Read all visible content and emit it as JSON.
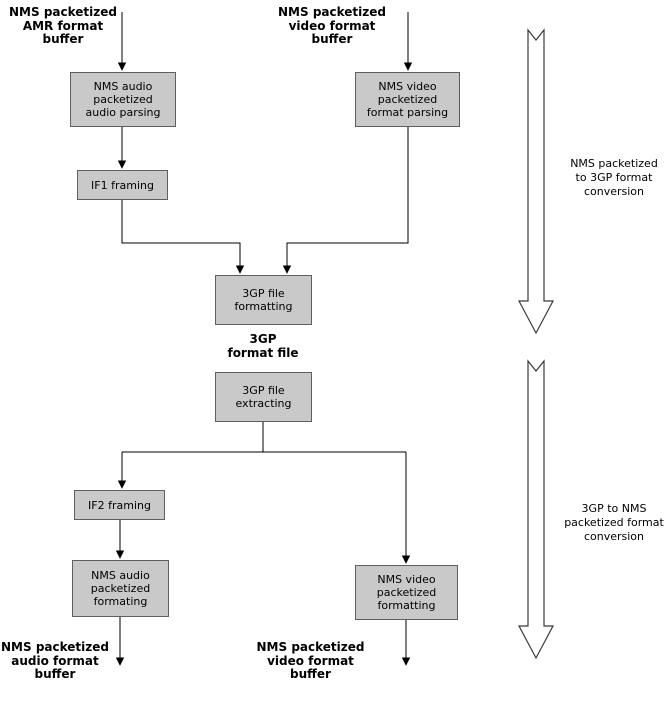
{
  "nodes": {
    "audio_parsing": "NMS audio\npacketized\naudio parsing",
    "video_parsing": "NMS video\npacketized\nformat parsing",
    "if1": "IF1 framing",
    "gp3_formatting": "3GP file\nformatting",
    "gp3_extracting": "3GP file\nextracting",
    "if2": "IF2 framing",
    "audio_formating": "NMS audio\npacketized\nformating",
    "video_formatting": "NMS video\npacketized\nformatting"
  },
  "labels": {
    "amr_buffer_top": "NMS packetized\nAMR format\nbuffer",
    "video_buffer_top": "NMS packetized\nvideo format\nbuffer",
    "gp3_format_file": "3GP\nformat file",
    "audio_buffer_bottom": "NMS packetized\naudio format\nbuffer",
    "video_buffer_bottom": "NMS packetized\nvideo format\nbuffer"
  },
  "annotations": {
    "top_conversion": "NMS packetized\nto 3GP format\nconversion",
    "bottom_conversion": "3GP to NMS\npacketized format\nconversion"
  },
  "colors": {
    "box_fill": "#c9c9c9",
    "box_border": "#5f5f5f",
    "line": "#000000",
    "background": "#ffffff"
  }
}
